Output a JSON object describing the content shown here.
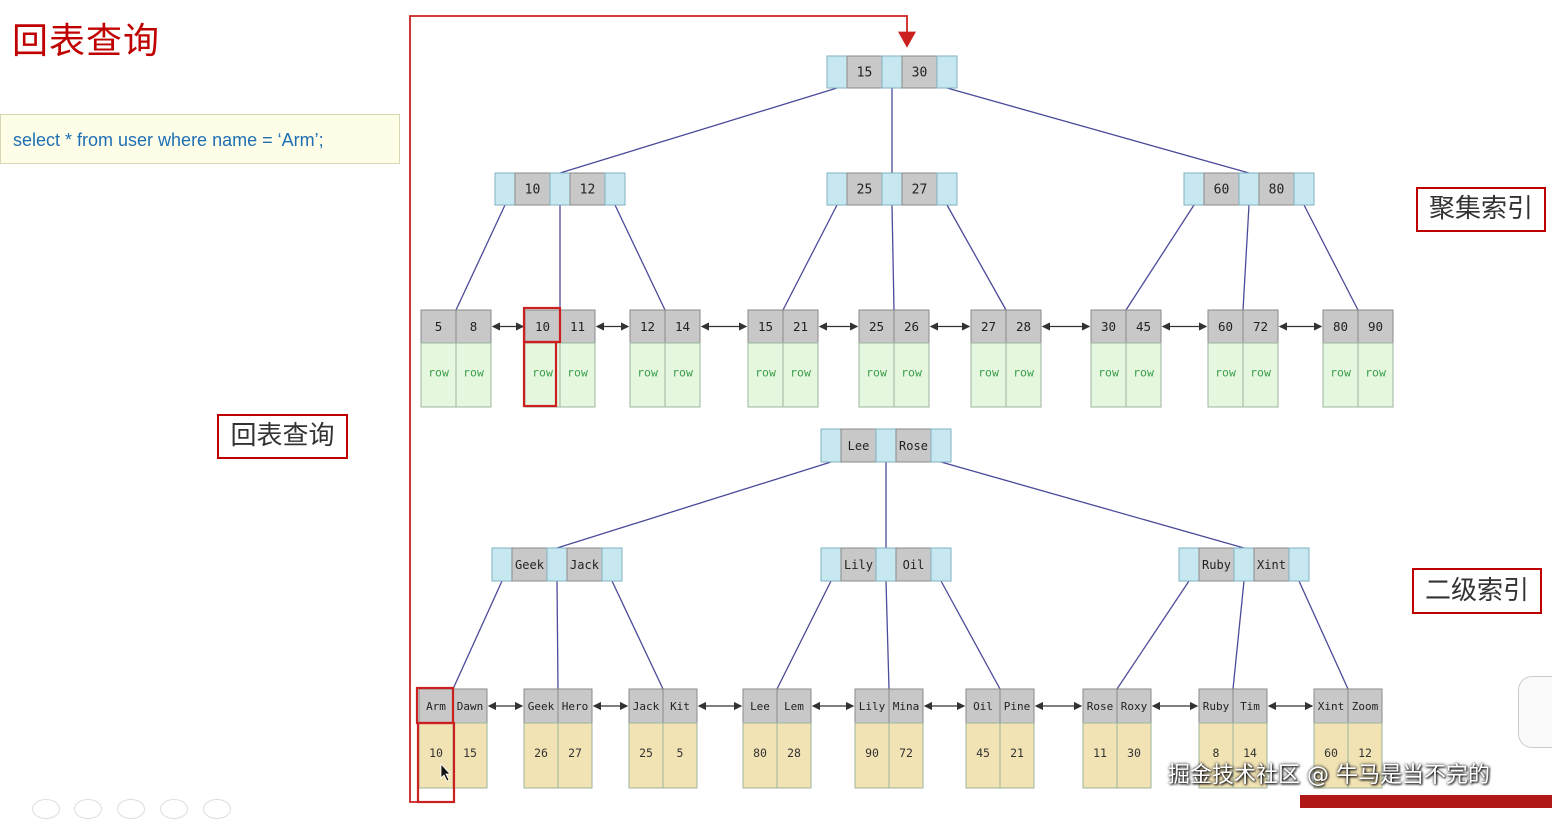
{
  "title": "回表查询",
  "sql": "select * from user where name = ‘Arm’;",
  "labels": {
    "clustered_index": "聚集索引",
    "secondary_index": "二级索引",
    "back_to_table": "回表查询"
  },
  "watermark": "掘金技术社区 @ 牛马是当不完的",
  "colors": {
    "highlight": "#cc2020",
    "key_cell": "#c8c8c8",
    "pointer_cell": "#c7e8f0",
    "row_cell": "#e6f7e0",
    "row_text": "#3aa04a",
    "secondary_value_cell": "#f2e3b5",
    "edge": "#4b4b9a"
  },
  "clustered": {
    "root": [
      "15",
      "30"
    ],
    "internal": [
      [
        "10",
        "12"
      ],
      [
        "25",
        "27"
      ],
      [
        "60",
        "80"
      ]
    ],
    "leaves": [
      {
        "keys": [
          "5",
          "8"
        ],
        "values": [
          "row",
          "row"
        ]
      },
      {
        "keys": [
          "10",
          "11"
        ],
        "values": [
          "row",
          "row"
        ]
      },
      {
        "keys": [
          "12",
          "14"
        ],
        "values": [
          "row",
          "row"
        ]
      },
      {
        "keys": [
          "15",
          "21"
        ],
        "values": [
          "row",
          "row"
        ]
      },
      {
        "keys": [
          "25",
          "26"
        ],
        "values": [
          "row",
          "row"
        ]
      },
      {
        "keys": [
          "27",
          "28"
        ],
        "values": [
          "row",
          "row"
        ]
      },
      {
        "keys": [
          "30",
          "45"
        ],
        "values": [
          "row",
          "row"
        ]
      },
      {
        "keys": [
          "60",
          "72"
        ],
        "values": [
          "row",
          "row"
        ]
      },
      {
        "keys": [
          "80",
          "90"
        ],
        "values": [
          "row",
          "row"
        ]
      }
    ]
  },
  "secondary": {
    "root": [
      "Lee",
      "Rose"
    ],
    "internal": [
      [
        "Geek",
        "Jack"
      ],
      [
        "Lily",
        "Oil"
      ],
      [
        "Ruby",
        "Xint"
      ]
    ],
    "leaves": [
      {
        "keys": [
          "Arm",
          "Dawn"
        ],
        "values": [
          "10",
          "15"
        ]
      },
      {
        "keys": [
          "Geek",
          "Hero"
        ],
        "values": [
          "26",
          "27"
        ]
      },
      {
        "keys": [
          "Jack",
          "Kit"
        ],
        "values": [
          "25",
          "5"
        ]
      },
      {
        "keys": [
          "Lee",
          "Lem"
        ],
        "values": [
          "80",
          "28"
        ]
      },
      {
        "keys": [
          "Lily",
          "Mina"
        ],
        "values": [
          "90",
          "72"
        ]
      },
      {
        "keys": [
          "Oil",
          "Pine"
        ],
        "values": [
          "45",
          "21"
        ]
      },
      {
        "keys": [
          "Rose",
          "Roxy"
        ],
        "values": [
          "11",
          "30"
        ]
      },
      {
        "keys": [
          "Ruby",
          "Tim"
        ],
        "values": [
          "8",
          "14"
        ]
      },
      {
        "keys": [
          "Xint",
          "Zoom"
        ],
        "values": [
          "60",
          "12"
        ]
      }
    ]
  }
}
